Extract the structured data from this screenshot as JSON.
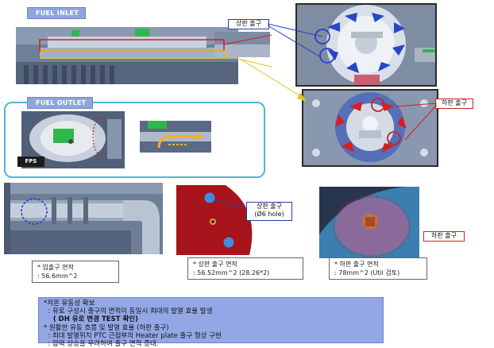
{
  "labels": {
    "fuel_inlet": "FUEL INLET",
    "fuel_outlet": "FUEL OUTLET",
    "fps": "FPS",
    "upper_outlet": "상판 출구",
    "lower_outlet": "하판 출구",
    "upper_outlet_2": "상판 출구",
    "hole_size": "(Ø6 hole)",
    "lower_outlet_2": "하판 출구"
  },
  "captions": {
    "inlet": {
      "line1": "* 입출구 면적",
      "line2": ": 56.6mm^2"
    },
    "upper": {
      "line1": "* 상판 출구 면적",
      "line2": ": 56.52mm^2 (28.26*2)"
    },
    "lower": {
      "line1": "* 하판 출구 면적",
      "line2": ": 78mm^2 (Util 검토)"
    }
  },
  "notes": [
    "*저온 유동성 확보",
    "  : 유로 구성시 출구의 면적이 동일시 최대의 발열 효율 발생",
    "    ( DH 유로 변경 TEST 확인)",
    "* 원활한 유동 흐름 및 발열 효율 (하판 출구)",
    "  : 최대 발열위치 PTC 근접부의 Heater plate 출구 형상 구현",
    "  : 압력 상승을 우려하여 출구 면적 증대."
  ],
  "colors": {
    "label_bg": "#8fa6dc",
    "callout_blue": "#2a3f9e",
    "callout_red": "#cc2222",
    "outlet_frame": "#4fb6d8",
    "heater_red": "#a8141b",
    "note_bg": "#93a7e6"
  }
}
